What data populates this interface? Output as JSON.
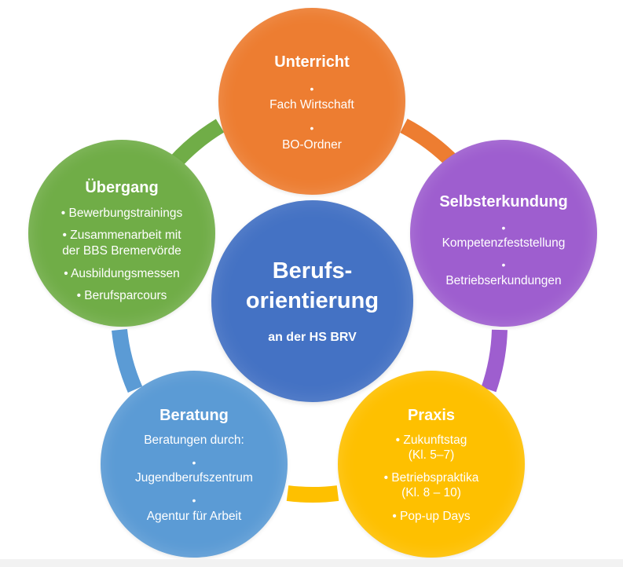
{
  "center": {
    "title_line1": "Berufs-",
    "title_line2": "orientierung",
    "subtitle": "an der HS BRV"
  },
  "nodes": {
    "unterricht": {
      "title": "Unterricht",
      "items": [
        "Fach Wirtschaft",
        "BO-Ordner"
      ],
      "color": "#ed7d31"
    },
    "selbsterkundung": {
      "title": "Selbsterkundung",
      "items": [
        "Kompetenzfeststellung",
        "Betriebserkundungen"
      ],
      "color": "#9e5ecf"
    },
    "praxis": {
      "title": "Praxis",
      "items": [
        "• Zukunftstag",
        "(Kl. 5–7)",
        "• Betriebspraktika",
        "(Kl. 8 – 10)",
        "• Pop-up Days"
      ],
      "color": "#fec000"
    },
    "beratung": {
      "title": "Beratung",
      "intro": "Beratungen durch:",
      "items": [
        "Jugendberufszentrum",
        "Agentur für Arbeit"
      ],
      "color": "#5b9bd5"
    },
    "uebergang": {
      "title": "Übergang",
      "items": [
        "• Bewerbungstrainings",
        "• Zusammenarbeit mit",
        "der BBS Bremervörde",
        "• Ausbildungsmessen",
        "• Berufsparcours"
      ],
      "color": "#70ad47"
    }
  },
  "bullet_symbol": "•",
  "colors": {
    "center": "#4472c4"
  }
}
